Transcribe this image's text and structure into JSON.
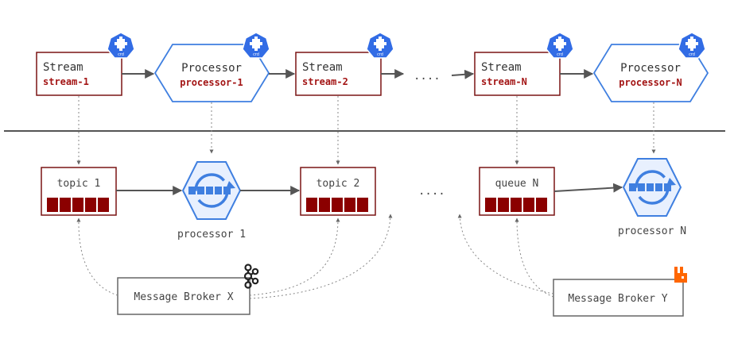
{
  "crd_label": "crd",
  "top_row": {
    "stream1": {
      "kind": "Stream",
      "name": "stream-1"
    },
    "processor1": {
      "kind": "Processor",
      "name": "processor-1"
    },
    "stream2": {
      "kind": "Stream",
      "name": "stream-2"
    },
    "ellipsis": "....",
    "streamN": {
      "kind": "Stream",
      "name": "stream-N"
    },
    "processorN": {
      "kind": "Processor",
      "name": "processor-N"
    }
  },
  "bottom_row": {
    "topic1": "topic 1",
    "processor1_label": "processor 1",
    "topic2": "topic 2",
    "ellipsis": "....",
    "queueN": "queue N",
    "processorN_label": "processor N"
  },
  "brokers": {
    "x": "Message Broker X",
    "y": "Message Broker Y"
  },
  "icons": {
    "crd": "kubernetes-crd-icon",
    "kafka": "kafka-icon",
    "rabbitmq": "rabbitmq-icon",
    "processor": "processor-cycle-icon"
  },
  "colors": {
    "stream_border": "#7a1414",
    "queue_cell": "#8b0000",
    "processor_blue": "#3f7fe0",
    "rabbitmq": "#ff6600",
    "arrow": "#555555"
  }
}
